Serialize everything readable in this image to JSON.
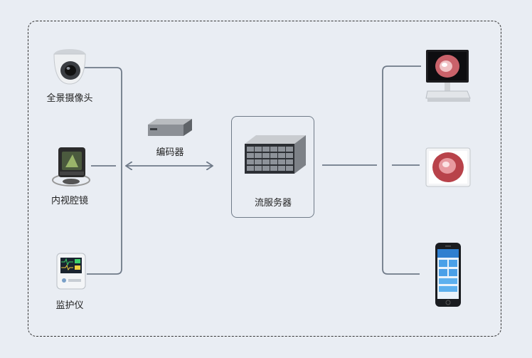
{
  "sources": [
    {
      "id": "camera",
      "label": "全景摄像头",
      "icon": "dome-camera-icon"
    },
    {
      "id": "endoscope",
      "label": "内视腔镜",
      "icon": "endoscope-icon"
    },
    {
      "id": "monitor",
      "label": "监护仪",
      "icon": "patient-monitor-icon"
    }
  ],
  "encoder": {
    "label": "编码器",
    "icon": "encoder-box-icon"
  },
  "server": {
    "label": "流服务器",
    "icon": "rack-server-icon"
  },
  "outputs": [
    {
      "id": "desktop",
      "icon": "desktop-display-icon"
    },
    {
      "id": "tablet",
      "icon": "tablet-display-icon"
    },
    {
      "id": "phone",
      "icon": "smartphone-icon"
    }
  ],
  "colors": {
    "line": "#6f7a88",
    "background": "#e9edf3"
  }
}
